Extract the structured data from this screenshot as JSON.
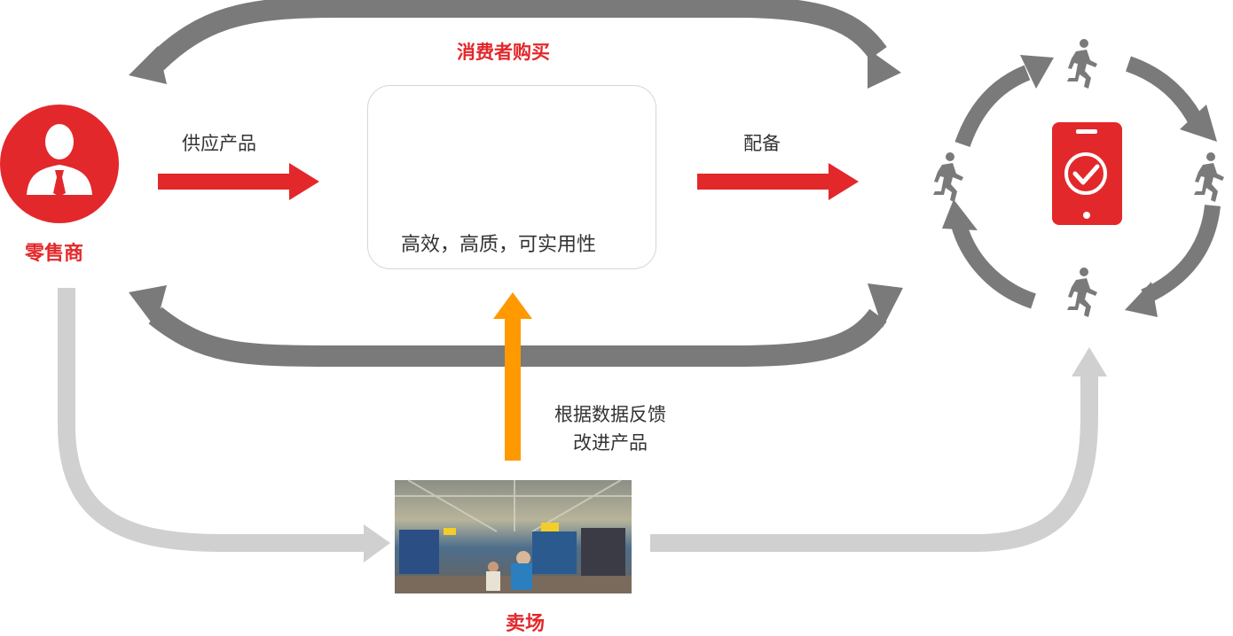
{
  "labels": {
    "consumer_purchase": "消费者购买",
    "retailer": "零售商",
    "supply_product": "供应产品",
    "equip": "配备",
    "product_desc": "高效，高质，可实用性",
    "feedback_line1": "根据数据反馈",
    "feedback_line2": "改进产品",
    "store": "卖场"
  },
  "icons": {
    "retailer": "businessman-avatar-icon",
    "phone": "smartphone-check-icon",
    "runner": "running-person-icon",
    "pants": "leggings-photo",
    "jacket": "pink-jacket-photo",
    "store": "sports-store-photo"
  },
  "colors": {
    "brand_red": "#e3282b",
    "dark_gray": "#7a7a7a",
    "light_gray": "#d0d0d0",
    "orange": "#ff9900",
    "text": "#333333"
  }
}
